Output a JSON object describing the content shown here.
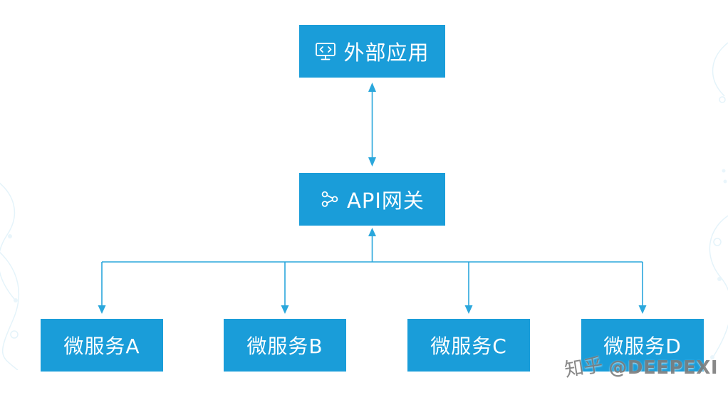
{
  "diagram": {
    "external_app": {
      "label": "外部应用",
      "icon": "app-window-code-icon"
    },
    "api_gateway": {
      "label": "API网关",
      "icon": "network-nodes-icon"
    },
    "microservices": [
      {
        "label": "微服务A"
      },
      {
        "label": "微服务B"
      },
      {
        "label": "微服务C"
      },
      {
        "label": "微服务D"
      }
    ],
    "colors": {
      "box": "#1a9dd9",
      "line": "#2aa7dc",
      "text": "#ffffff"
    }
  },
  "watermark": {
    "zhihu": "知乎",
    "handle": "@DEEPEXI"
  }
}
